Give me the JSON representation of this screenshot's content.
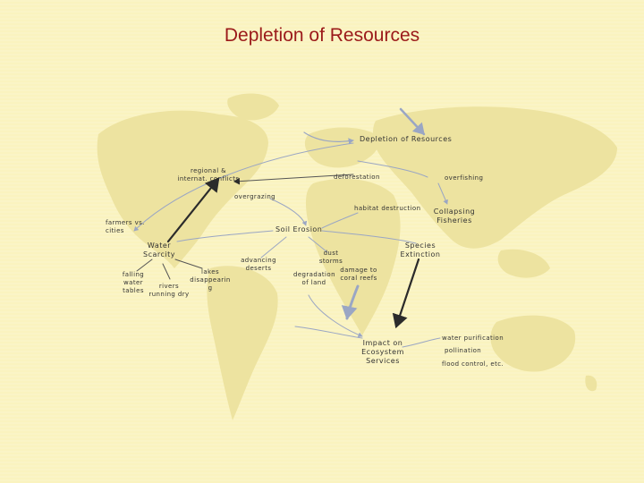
{
  "title": "Depletion of Resources",
  "nodes": {
    "root": "Depletion of Resources",
    "regional_conflicts": [
      "regional &",
      "internat. conflicts"
    ],
    "deforestation": "deforestation",
    "overfishing": "overfishing",
    "overgrazing": "overgrazing",
    "habitat_destruction": "habitat destruction",
    "collapsing_fisheries": [
      "Collapsing",
      "Fisheries"
    ],
    "farmers_vs_cities": [
      "farmers vs.",
      "cities"
    ],
    "soil_erosion": "Soil Erosion",
    "water_scarcity": [
      "Water",
      "Scarcity"
    ],
    "species_extinction": [
      "Species",
      "Extinction"
    ],
    "falling_water_tables": [
      "falling",
      "water",
      "tables"
    ],
    "rivers_running_dry": [
      "rivers",
      "running dry"
    ],
    "lakes_disappearing": [
      "lakes",
      "disappearin",
      "g"
    ],
    "advancing_deserts": [
      "advancing",
      "deserts"
    ],
    "dust_storms": [
      "dust",
      "storms"
    ],
    "degradation_of_land": [
      "degradation",
      "of land"
    ],
    "damage_to_coral_reefs": [
      "damage to",
      "coral reefs"
    ],
    "impact_on_ecosystem_services": [
      "Impact on",
      "Ecosystem",
      "Services"
    ],
    "water_purification": "water purification",
    "pollination": "pollination",
    "flood_control": "flood control, etc."
  },
  "colors": {
    "background": "#faf3bf",
    "continents": "#ede3a0",
    "title": "#9b1a1a",
    "text": "#333333",
    "arrow_light": "#9aa6c4",
    "arrow_dark": "#2b2b2b"
  }
}
